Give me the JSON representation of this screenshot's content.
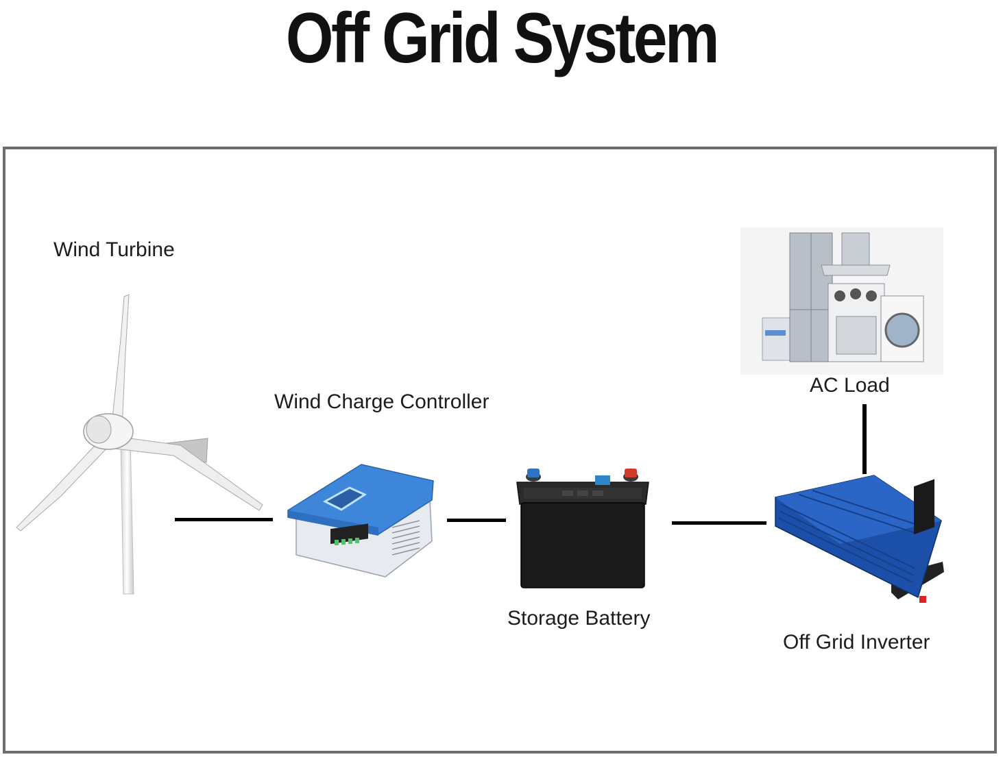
{
  "title": "Off Grid System",
  "diagram": {
    "components": {
      "wind_turbine": "Wind Turbine",
      "charge_controller": "Wind Charge Controller",
      "storage_battery": "Storage Battery",
      "inverter": "Off Grid Inverter",
      "ac_load": "AC Load"
    },
    "connections": [
      [
        "Wind Turbine",
        "Wind Charge Controller"
      ],
      [
        "Wind Charge Controller",
        "Storage Battery"
      ],
      [
        "Storage Battery",
        "Off Grid Inverter"
      ],
      [
        "Off Grid Inverter",
        "AC Load"
      ]
    ]
  },
  "colors": {
    "frame": "#6e6e6e",
    "wire": "#000000",
    "controller_blue": "#3d86d9",
    "inverter_blue": "#1c4fa8",
    "battery_black": "#1a1a1a"
  },
  "icons": [
    "wind-turbine-icon",
    "charge-controller-icon",
    "battery-icon",
    "inverter-icon",
    "appliances-icon"
  ]
}
